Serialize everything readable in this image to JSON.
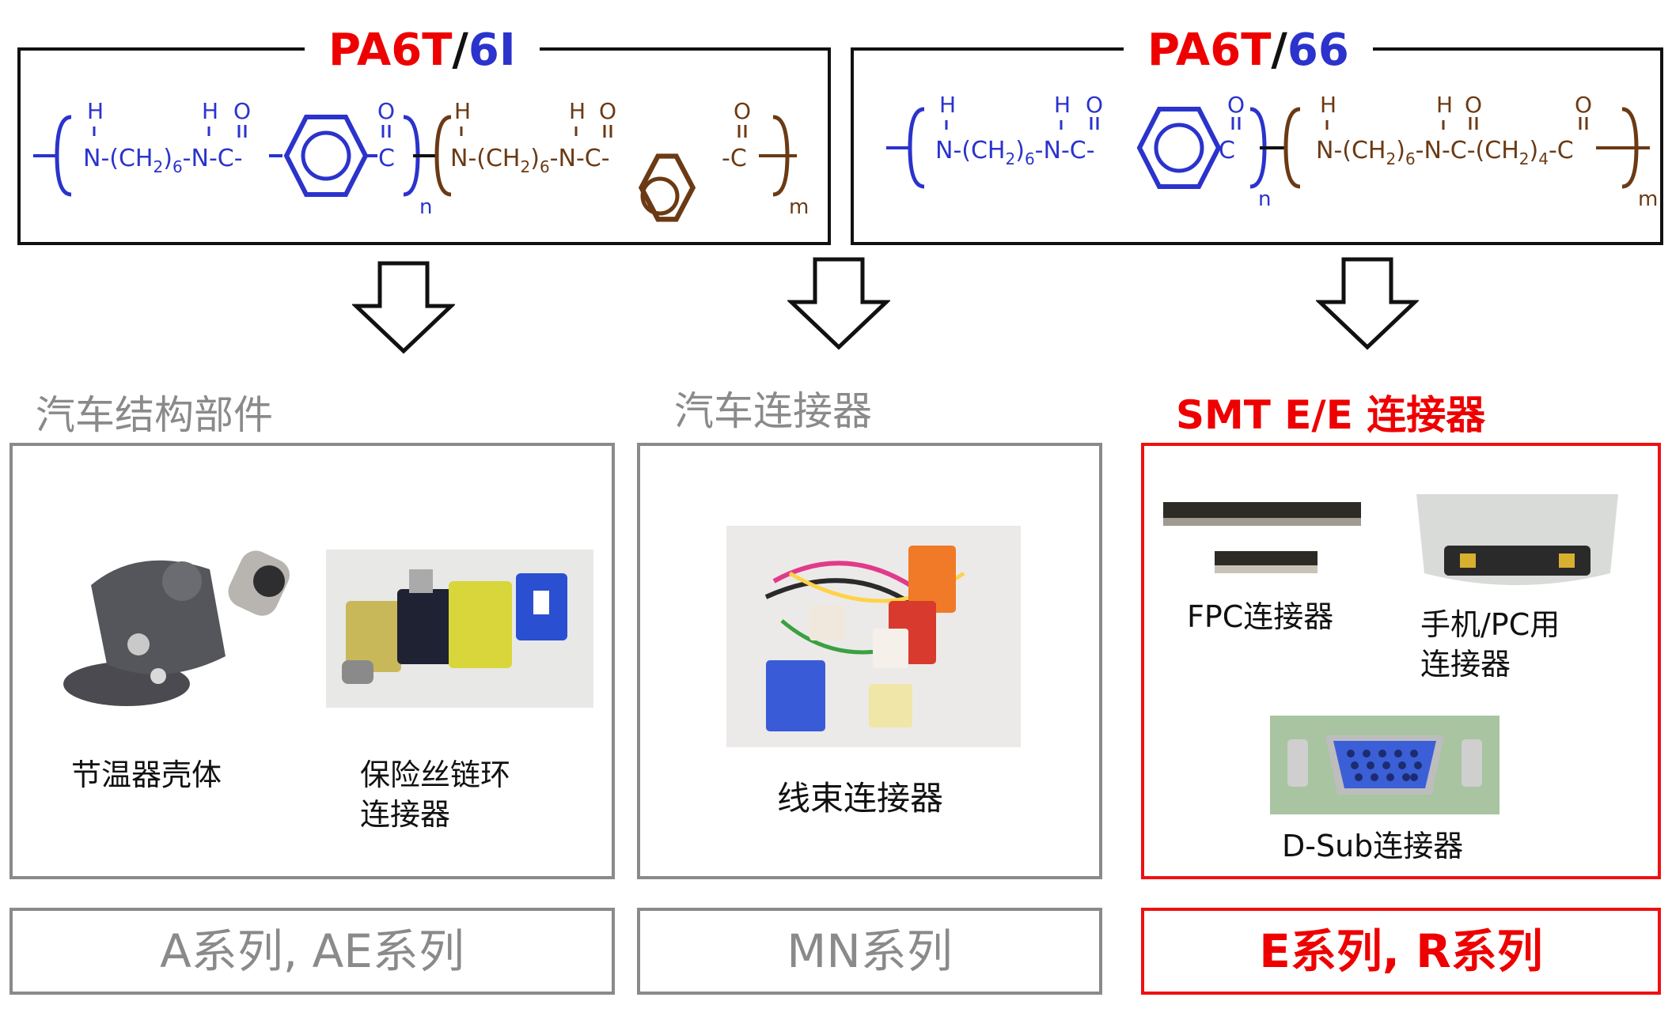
{
  "polymers": [
    {
      "name_part1": "PA6T",
      "separator": "/",
      "name_part2": "6I",
      "formula": {
        "h": "H",
        "o": "O",
        "c": "C",
        "n": "n",
        "m": "m",
        "seg_a": "N-(CH",
        "sub2": "2",
        "seg_b": ")",
        "sub6": "6",
        "seg_c": "-N-C-",
        "carbonyl": "C",
        "carbonyl2": "-C"
      }
    },
    {
      "name_part1": "PA6T",
      "separator": "/",
      "name_part2": "66",
      "formula": {
        "h": "H",
        "o": "O",
        "n": "n",
        "m": "m",
        "seg_a": "N-(CH",
        "sub2": "2",
        "seg_b": ")",
        "sub6": "6",
        "seg_c": "-N-C-",
        "seg_d": "-N-C-(CH",
        "seg_e": ")",
        "sub4": "4",
        "seg_f": "-C",
        "carbonyl": "C"
      }
    }
  ],
  "categories": [
    {
      "title": "汽车结构部件",
      "items": [
        "节温器壳体",
        "保险丝链环\n连接器"
      ],
      "series": "A系列, AE系列"
    },
    {
      "title": "汽车连接器",
      "items": [
        "线束连接器"
      ],
      "series": "MN系列"
    },
    {
      "title": "SMT E/E 连接器",
      "items": [
        "FPC连接器",
        "手机/PC用\n连接器",
        "D-Sub连接器"
      ],
      "series": "E系列, R系列"
    }
  ],
  "colors": {
    "highlight": "#ee0000",
    "blue_polymer": "#2b33cc",
    "brown_polymer": "#6b3a14",
    "muted": "#8a8a8a"
  },
  "icons": [
    "down-arrow-icon",
    "benzene-ring-icon"
  ]
}
